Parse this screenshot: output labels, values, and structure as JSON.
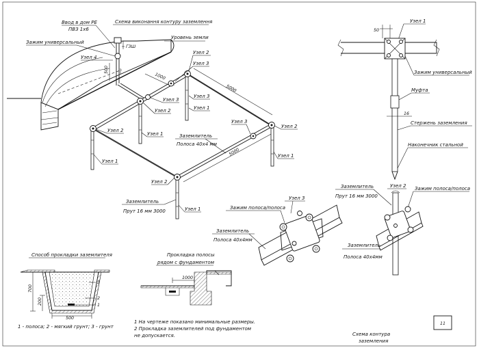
{
  "main": {
    "title": "Схема виконання контуру заземлення",
    "input_line1": "Ввод в дом PE",
    "input_line2": "ПВЗ 1х6",
    "universal_clamp": "Зажим универсальный",
    "ground_level": "Уровень земли",
    "gzsh": "ГЗШ",
    "dim_500": "500",
    "dim_1000": "1000",
    "dim_5000_top": "5000",
    "dim_5000_bottom": "5000",
    "node1": "Узел 1",
    "node2": "Узел 2",
    "node3": "Узел 3",
    "node4": "Узел 4",
    "strip_label1": "Заземлитель",
    "strip_label2": "Полоса 40х4 мм",
    "rod_label1": "Заземлитель",
    "rod_label2": "Прут 16 мм 3000"
  },
  "node1_view": {
    "node": "Узел 1",
    "dim_50": "50",
    "clamp": "Зажим универсальный",
    "coupling": "Муфта",
    "dim_16": "16",
    "rod": "Стержень заземления",
    "tip": "Наконечник стальной"
  },
  "node3_view": {
    "node": "Узел 3",
    "clamp": "Зажим полоса/полоса",
    "strip1": "Заземлитель",
    "strip2": "Полоса 40х4мм"
  },
  "node2_view": {
    "rod1": "Заземлитель",
    "rod2": "Прут 16 мм 3000",
    "node": "Узел 2",
    "clamp": "Зажим полоса/полоса",
    "strip1": "Заземлитель",
    "strip2": "Полоса 40х4мм"
  },
  "trench": {
    "title": "Способ прокладки заземлителя",
    "dim_700": "700",
    "dim_200": "200",
    "dim_500": "500",
    "n1": "1",
    "n2": "2",
    "n3": "3",
    "legend": "1 - полоса; 2 - мягкий грунт; 3 - грунт"
  },
  "foundation": {
    "title1": "Прокладка полосы",
    "title2": "рядом с фундаментом",
    "dim_1000": "1000"
  },
  "notes": {
    "line1": "1 На чертеже показано минимальные размеры.",
    "line2": "2 Прокладка заземлителей под фундаментом",
    "line3": "не допускается."
  },
  "stamp": {
    "sheet_number": "11",
    "caption1": "Схема контура",
    "caption2": "заземления"
  }
}
